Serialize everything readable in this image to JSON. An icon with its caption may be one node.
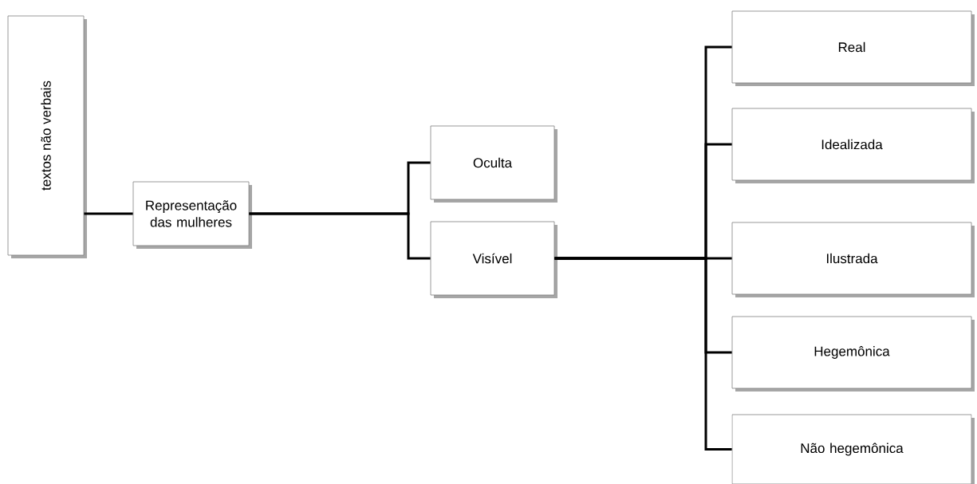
{
  "diagram": {
    "nodes": [
      {
        "text": [
          "textos não verbais"
        ]
      },
      {
        "text": [
          "Representação das mulheres"
        ]
      },
      {
        "text": [
          "Oculta"
        ]
      },
      {
        "text": [
          "Visível"
        ]
      },
      {
        "text": [
          "Real"
        ]
      },
      {
        "text": [
          "Idealizada"
        ]
      },
      {
        "text": [
          "Ilustrada"
        ]
      },
      {
        "text": [
          "Hegemônica"
        ]
      },
      {
        "text": [
          "Não hegemônica"
        ]
      }
    ],
    "edges": [
      {
        "from": 0,
        "to": 1,
        "arrow": "none"
      },
      {
        "from": 1,
        "to": 2,
        "arrow": "none"
      },
      {
        "from": 1,
        "to": 3,
        "arrow": "none"
      },
      {
        "from": 3,
        "to": 4,
        "arrow": "none"
      },
      {
        "from": 3,
        "to": 5,
        "arrow": "none"
      },
      {
        "from": 3,
        "to": 6,
        "arrow": "none"
      },
      {
        "from": 3,
        "to": 7,
        "arrow": "none"
      },
      {
        "from": 3,
        "to": 8,
        "arrow": "none"
      }
    ]
  }
}
